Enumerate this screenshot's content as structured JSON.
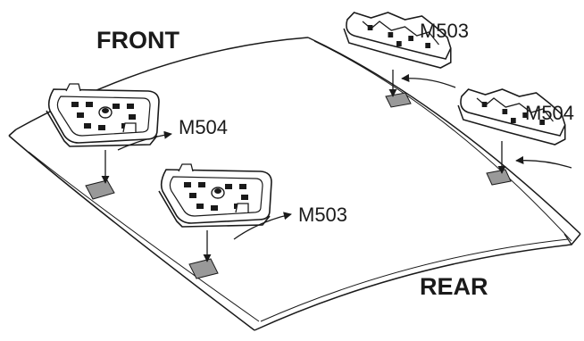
{
  "diagram": {
    "label_front": "FRONT",
    "label_rear": "REAR",
    "parts": {
      "front_left": "M504",
      "front_right": "M503",
      "rear_left": "M503",
      "rear_right": "M504"
    }
  },
  "colors": {
    "line": "#1a1a1a",
    "pad": "#999999",
    "background": "#ffffff"
  }
}
